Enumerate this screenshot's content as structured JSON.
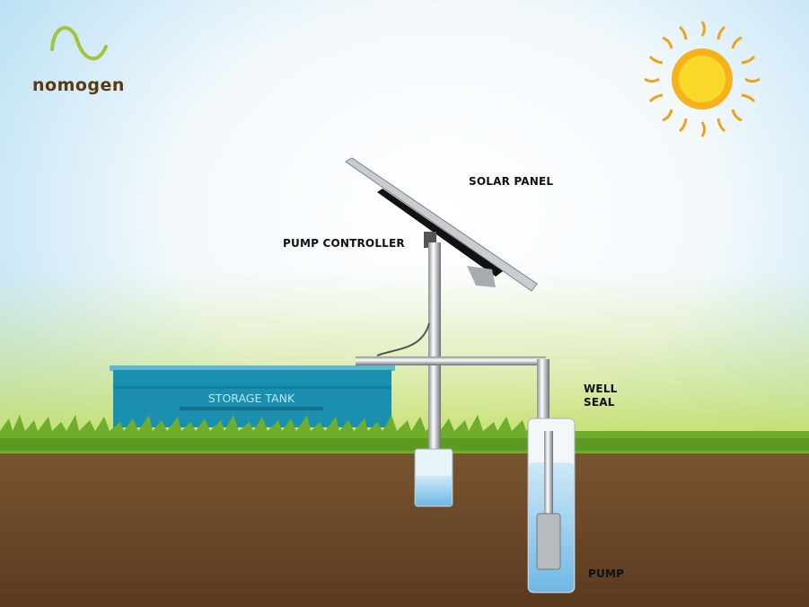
{
  "logo": {
    "text": "nomogen"
  },
  "labels": {
    "solar_panel": "SOLAR PANEL",
    "pump_controller": "PUMP CONTROLLER",
    "well_seal_line1": "WELL",
    "well_seal_line2": "SEAL",
    "pump": "PUMP",
    "storage_tank": "STORAGE TANK"
  },
  "colors": {
    "sky": "#a9d9f2",
    "grass": "#7cb82f",
    "soil": "#6a4526",
    "tank": "#1b8fb0",
    "water": "#9fd2ee",
    "sun": "#f6c21a",
    "logo_green": "#a6c23a",
    "logo_brown": "#5a3812"
  }
}
